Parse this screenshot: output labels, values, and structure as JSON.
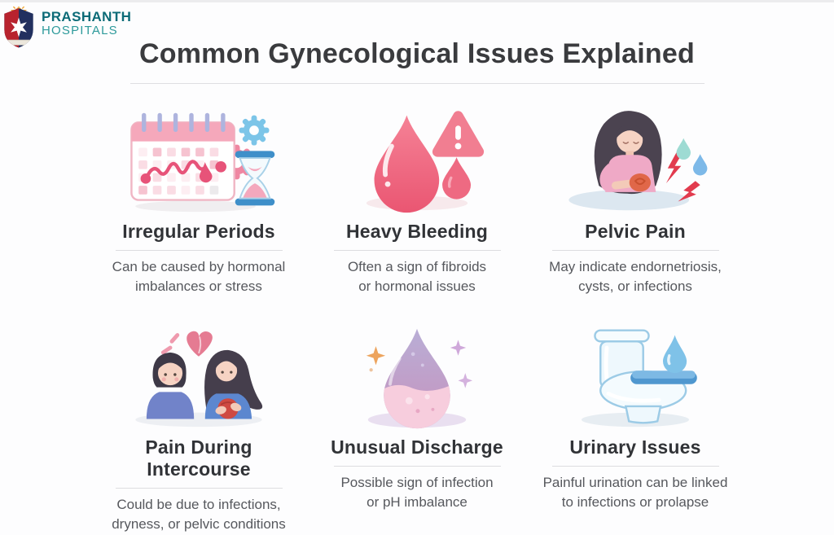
{
  "brand": {
    "name_line1": "PRASHANTH",
    "name_line2": "HOSPITALS",
    "logo_icon": "shield-crest-icon",
    "colors": {
      "name_teal": "#0c6b77",
      "subname_teal": "#2d9a9b",
      "shield_red": "#b8232e",
      "shield_navy": "#22305f",
      "sun_gold": "#f2a93b"
    }
  },
  "header": {
    "title": "Common Gynecological Issues Explained"
  },
  "cards": [
    {
      "icon": "calendar-cycle-icon",
      "title": "Irregular Periods",
      "description": "Can be caused by hormonal\nimbalances or stress"
    },
    {
      "icon": "blood-drop-warning-icon",
      "title": "Heavy Bleeding",
      "description": "Often a sign of fibroids\nor hormonal issues"
    },
    {
      "icon": "woman-abdominal-pain-icon",
      "title": "Pelvic Pain",
      "description": "May indicate endornetriosis,\ncysts, or infections"
    },
    {
      "icon": "couple-intimacy-pain-icon",
      "title": "Pain During Intercourse",
      "description": "Could be due to infections,\ndryness, or pelvic conditions"
    },
    {
      "icon": "discharge-drop-icon",
      "title": "Unusual Discharge",
      "description": "Possible sign of infection\nor pH imbalance"
    },
    {
      "icon": "toilet-drop-icon",
      "title": "Urinary Issues",
      "description": "Painful urination can be linked\nto infections or prolapse"
    }
  ],
  "accent_colors": {
    "pink": "#ef7d96",
    "deep_pink": "#e75379",
    "blue": "#7cc0e6",
    "lavender": "#b3a9d6",
    "alert_red": "#e23b4e"
  }
}
